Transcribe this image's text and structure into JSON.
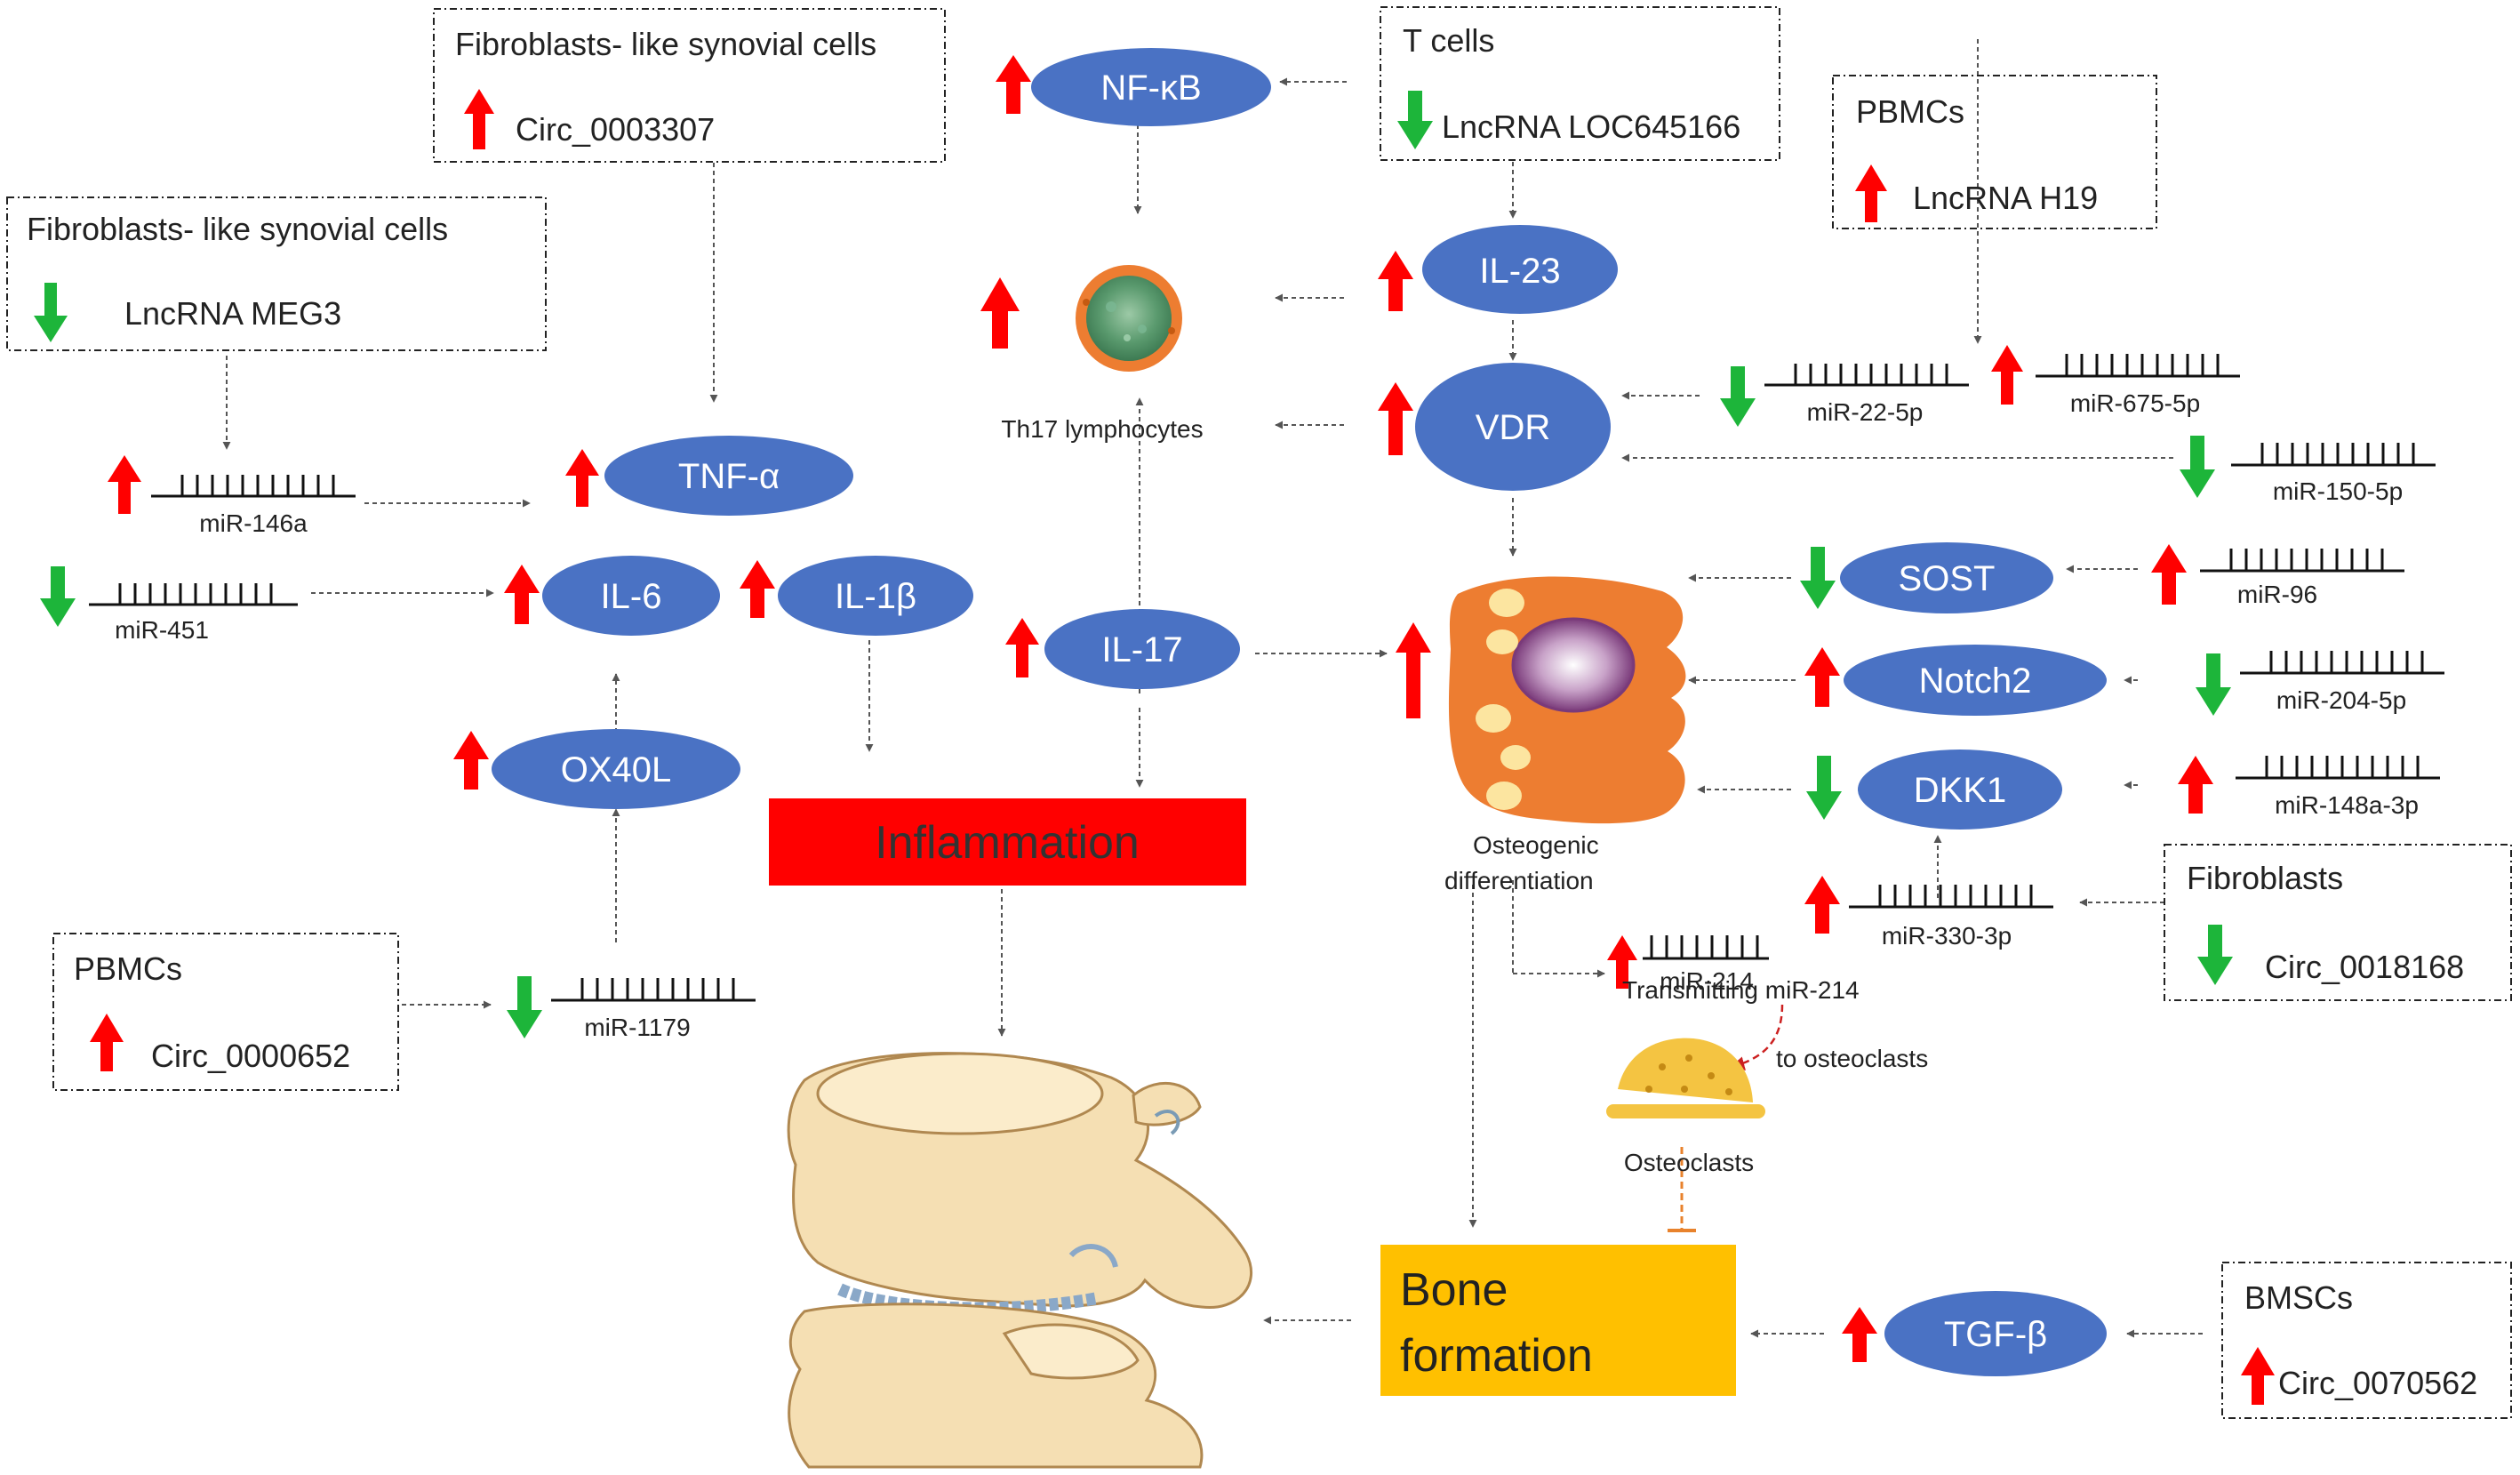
{
  "colors": {
    "node_fill": "#4a72c4",
    "up_arrow": "#ff0000",
    "down_arrow": "#1db53a",
    "inflammation_fill": "#ff0000",
    "bone_fill": "#ffc000",
    "dashed_line": "#555555",
    "inhibit_line": "#e8822c",
    "transmit_line": "#cc2020",
    "cell_fill": "#ed7d31",
    "bone_image_fill": "#f5dfb3"
  },
  "boxes": {
    "fls_top": {
      "title": "Fibroblasts- like synovial cells",
      "item": "Circ_0003307",
      "trend": "up"
    },
    "fls_left": {
      "title": "Fibroblasts- like synovial cells",
      "item": "LncRNA   MEG3",
      "trend": "down"
    },
    "tcells": {
      "title": "T cells",
      "item": "LncRNA  LOC645166",
      "trend": "down"
    },
    "pbmc_right": {
      "title": "PBMCs",
      "item": "LncRNA   H19",
      "trend": "up"
    },
    "pbmc_left": {
      "title": "PBMCs",
      "item": "Circ_0000652",
      "trend": "up"
    },
    "fibroblasts": {
      "title": "Fibroblasts",
      "item": "Circ_0018168",
      "trend": "down"
    },
    "bmscs": {
      "title": "BMSCs",
      "item": "Circ_0070562",
      "trend": "up"
    }
  },
  "nodes": {
    "nfkb": "NF-κB",
    "il23": "IL-23",
    "vdr": "VDR",
    "tnfa": "TNF-α",
    "il6": "IL-6",
    "il1b": "IL-1β",
    "ox40l": "OX40L",
    "il17": "IL-17",
    "sost": "SOST",
    "notch2": "Notch2",
    "dkk1": "DKK1",
    "tgfb": "TGF-β"
  },
  "mirnas": {
    "mir146a": "miR-146a",
    "mir451": "miR-451",
    "mir1179": "miR-1179",
    "mir22": "miR-22-5p",
    "mir675": "miR-675-5p",
    "mir150": "miR-150-5p",
    "mir96": "miR-96",
    "mir204": "miR-204-5p",
    "mir148": "miR-148a-3p",
    "mir330": "miR-330-3p",
    "mir214": "miR-214"
  },
  "labels": {
    "th17": "Th17 lymphocytes",
    "osteo_line1": "Osteogenic",
    "osteo_line2": "differentiation",
    "transmit_line1": "Transmitting  miR-214",
    "transmit_line2": "to osteoclasts",
    "osteoclasts": "Osteoclasts",
    "inflammation": "Inflammation",
    "bone_line1": "Bone",
    "bone_line2": "formation"
  }
}
